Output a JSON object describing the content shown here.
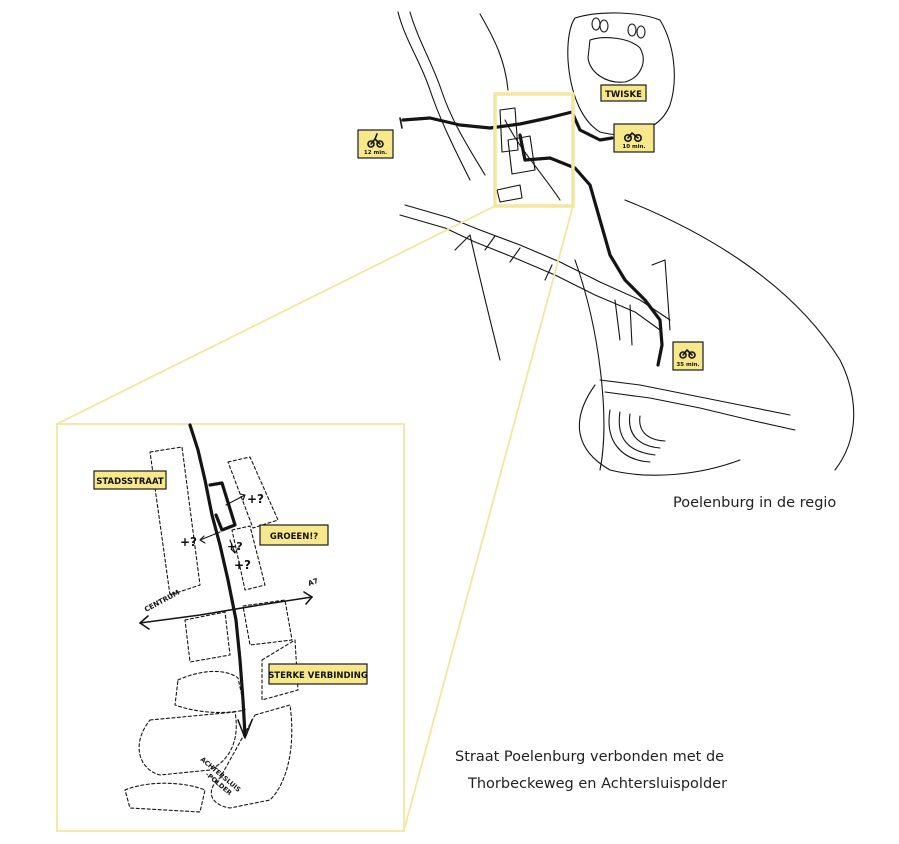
{
  "captions": {
    "regio": "Poelenburg in de regio",
    "straat_line1": "Straat Poelenburg verbonden met de",
    "straat_line2": "Thorbeckeweg en  Achtersluispolder"
  },
  "map_labels": {
    "twiske": "TWISKE",
    "cycle_12": "12 min.",
    "cycle_10": "10 min.",
    "cycle_35": "35 min.",
    "stadsstraat": "STADSSTRAAT",
    "groenen": "GROEEN!?",
    "sterke_verbinding": "STERKE VERBINDING",
    "centrum": "CENTRUM",
    "a7": "A7",
    "achtersluispolder_1": "ACHTERSLUIS",
    "achtersluispolder_2": "-POLDER",
    "plus_q1": "+?",
    "plus_q2": "+?",
    "plus_q3": "+?",
    "plus_q4": "+?"
  },
  "colors": {
    "highlight": "#f7e88c",
    "frame": "#f3e6a0",
    "ink": "#141414"
  },
  "icons": [
    "cyclist-icon",
    "bicycle-icon",
    "bicycle-icon"
  ]
}
